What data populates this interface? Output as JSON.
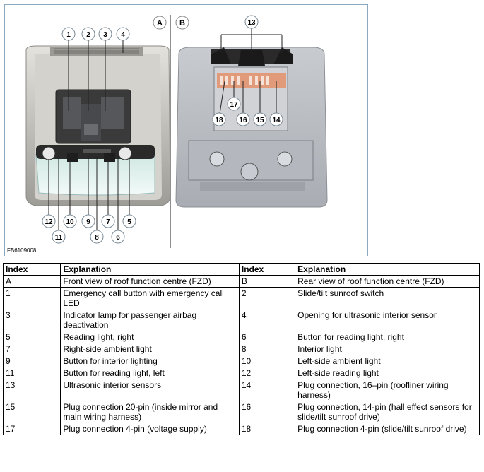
{
  "figure": {
    "panel_labels": [
      "A",
      "B"
    ],
    "code": "FB6109008",
    "callouts": [
      "1",
      "2",
      "3",
      "4",
      "5",
      "6",
      "7",
      "8",
      "9",
      "10",
      "11",
      "12",
      "13",
      "14",
      "15",
      "16",
      "17",
      "18"
    ]
  },
  "table": {
    "headers": [
      "Index",
      "Explanation",
      "Index",
      "Explanation"
    ],
    "rows": [
      [
        "A",
        "Front view of roof function centre (FZD)",
        "B",
        "Rear view of roof function centre (FZD)"
      ],
      [
        "1",
        "Emergency call button with emergency call LED",
        "2",
        "Slide/tilt sunroof switch"
      ],
      [
        "3",
        "Indicator lamp for passenger airbag deactivation",
        "4",
        "Opening for ultrasonic interior sensor"
      ],
      [
        "5",
        "Reading light, right",
        "6",
        "Button for reading light, right"
      ],
      [
        "7",
        "Right-side ambient light",
        "8",
        "Interior light"
      ],
      [
        "9",
        "Button for interior lighting",
        "10",
        "Left-side ambient light"
      ],
      [
        "11",
        "Button for reading light, left",
        "12",
        "Left-side reading light"
      ],
      [
        "13",
        "Ultrasonic interior sensors",
        "14",
        "Plug connection, 16–pin (roofliner wiring harness)"
      ],
      [
        "15",
        "Plug connection 20-pin (inside mirror and main wiring harness)",
        "16",
        "Plug connection, 14-pin (hall effect sensors for slide/tilt sunroof drive)"
      ],
      [
        "17",
        "Plug connection 4-pin (voltage supply)",
        "18",
        "Plug connection 4-pin (slide/tilt sunroof drive)"
      ]
    ]
  }
}
